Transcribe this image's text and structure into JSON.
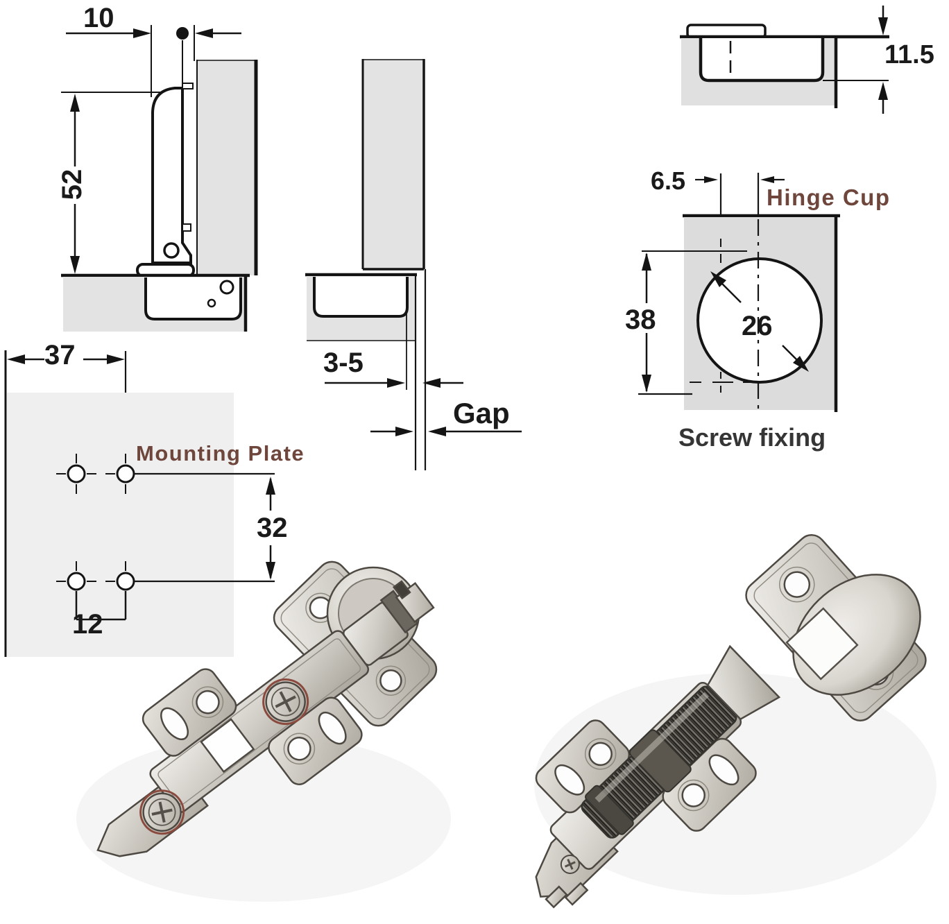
{
  "diagrams": {
    "side_section": {
      "dim_overlay": "10",
      "dim_arm_height": "52"
    },
    "gap_section": {
      "dim_door_thickness": "3-5",
      "dim_gap_label": "Gap"
    },
    "cup_depth_section": {
      "dim_cup_depth": "11.5"
    },
    "cup_drilling": {
      "dim_edge_offset": "6.5",
      "title": "Hinge Cup",
      "dim_screw_spacing": "38",
      "dim_cup_diameter": "26",
      "caption": "Screw fixing"
    },
    "mounting_plate": {
      "title": "Mounting Plate",
      "dim_edge_distance": "37",
      "dim_row_spacing": "32",
      "dim_hole_pair_spacing": "12"
    }
  },
  "colors": {
    "line": "#141414",
    "panel_gray": "#e3e3e3",
    "cup_panel_gray": "#dcdcdc",
    "plate_gray": "#efefef",
    "label_maroon": "#6e463c",
    "caption_gray": "#353535",
    "metal_light": "#eceae6",
    "metal_mid": "#c2beb6",
    "metal_dark": "#8f8a81",
    "screw_ring_red": "#8a4a3e"
  }
}
